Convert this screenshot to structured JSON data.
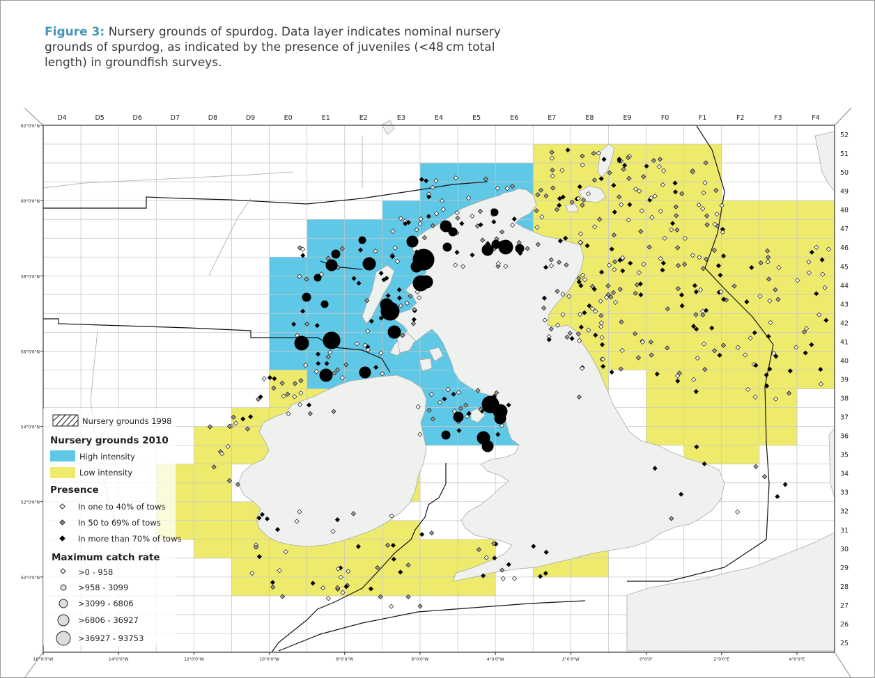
{
  "figure": {
    "label": "Figure 3:",
    "text": "Nursery grounds of spurdog. Data layer indicates nominal nursery grounds of spurdog, as indicated by the presence of juveniles (<48 cm total length) in groundfish surveys."
  },
  "grid": {
    "columns": [
      "D4",
      "D5",
      "D6",
      "D7",
      "D8",
      "D9",
      "E0",
      "E1",
      "E2",
      "E3",
      "E4",
      "E5",
      "E6",
      "E7",
      "E8",
      "E9",
      "F0",
      "F1",
      "F2",
      "F3",
      "F4"
    ],
    "rows": [
      "52",
      "51",
      "50",
      "49",
      "48",
      "47",
      "46",
      "45",
      "44",
      "43",
      "42",
      "41",
      "40",
      "39",
      "38",
      "37",
      "36",
      "35",
      "34",
      "33",
      "32",
      "31",
      "30",
      "29",
      "28",
      "27",
      "26",
      "25"
    ],
    "lat_labels": [
      "62°0'0\"N",
      "60°0'0\"N",
      "58°0'0\"N",
      "56°0'0\"N",
      "54°0'0\"N",
      "52°0'0\"N",
      "50°0'0\"N"
    ],
    "lon_labels": [
      "16°0'0\"W",
      "14°0'0\"W",
      "12°0'0\"W",
      "10°0'0\"W",
      "8°0'0\"W",
      "6°0'0\"W",
      "4°0'0\"W",
      "2°0'0\"W",
      "0°0'0\"",
      "2°0'0\"E",
      "4°0'0\"E"
    ]
  },
  "colors": {
    "high_intensity": "#5ec8e6",
    "low_intensity": "#eeeb6c",
    "land": "#eef1ee",
    "grid": "#c8c8c8",
    "presence": "#000000"
  },
  "legend": {
    "nursery_1998": "Nursery grounds 1998",
    "nursery_2010_title": "Nursery grounds 2010",
    "high": "High intensity",
    "low": "Low intensity",
    "presence_title": "Presence",
    "presence_items": [
      "In one to 40% of tows",
      "In 50 to 69% of tows",
      "In more than 70% of tows"
    ],
    "catch_title": "Maximum catch rate",
    "catch_items": [
      ">0 - 958",
      ">958 - 3099",
      ">3099 - 6806",
      ">6806 - 36927",
      ">36927 - 93753"
    ]
  }
}
